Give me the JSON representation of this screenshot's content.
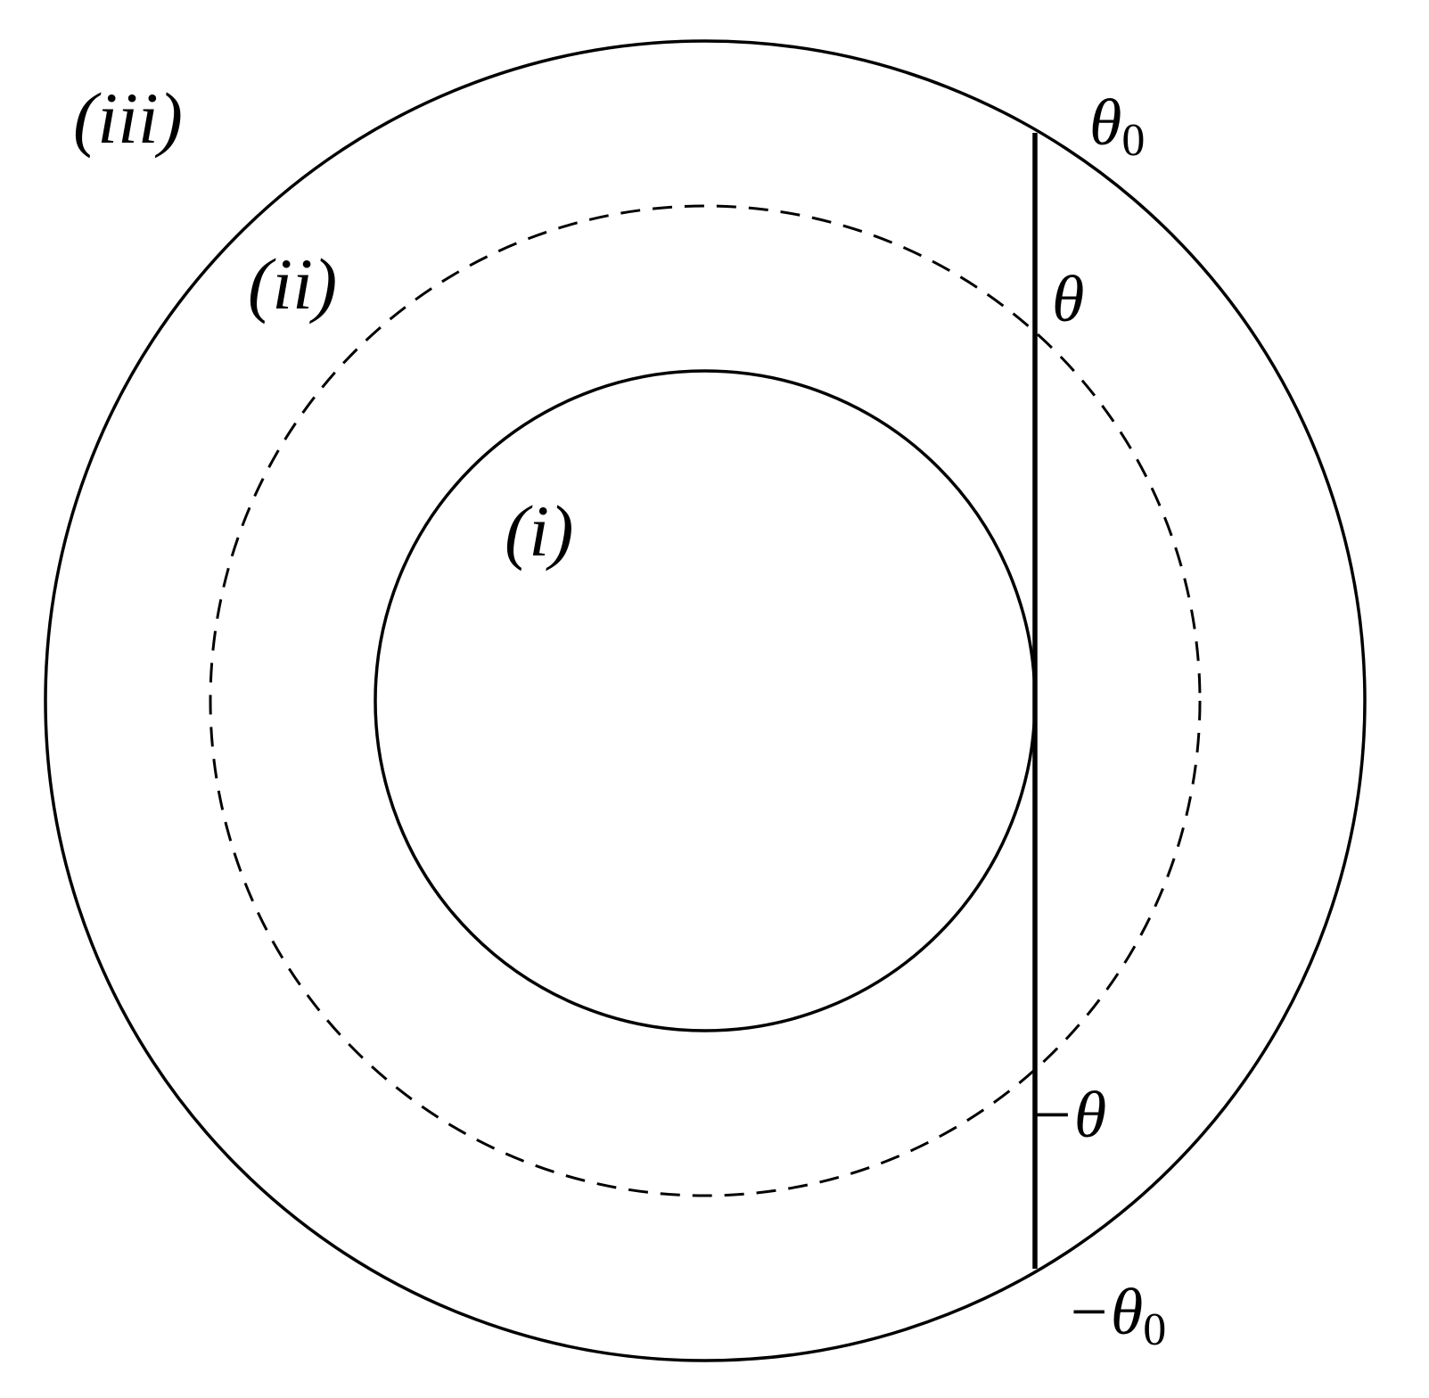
{
  "colors": {
    "stroke": "#000000",
    "background": "#ffffff"
  },
  "labels": {
    "region_iii": "(iii)",
    "region_ii": "(ii)",
    "region_i": "(i)",
    "theta0_symbol": "θ",
    "theta0_sub": "0",
    "theta": "θ",
    "neg_theta": "−θ",
    "neg_theta0_symbol": "−θ",
    "neg_theta0_sub": "0"
  }
}
